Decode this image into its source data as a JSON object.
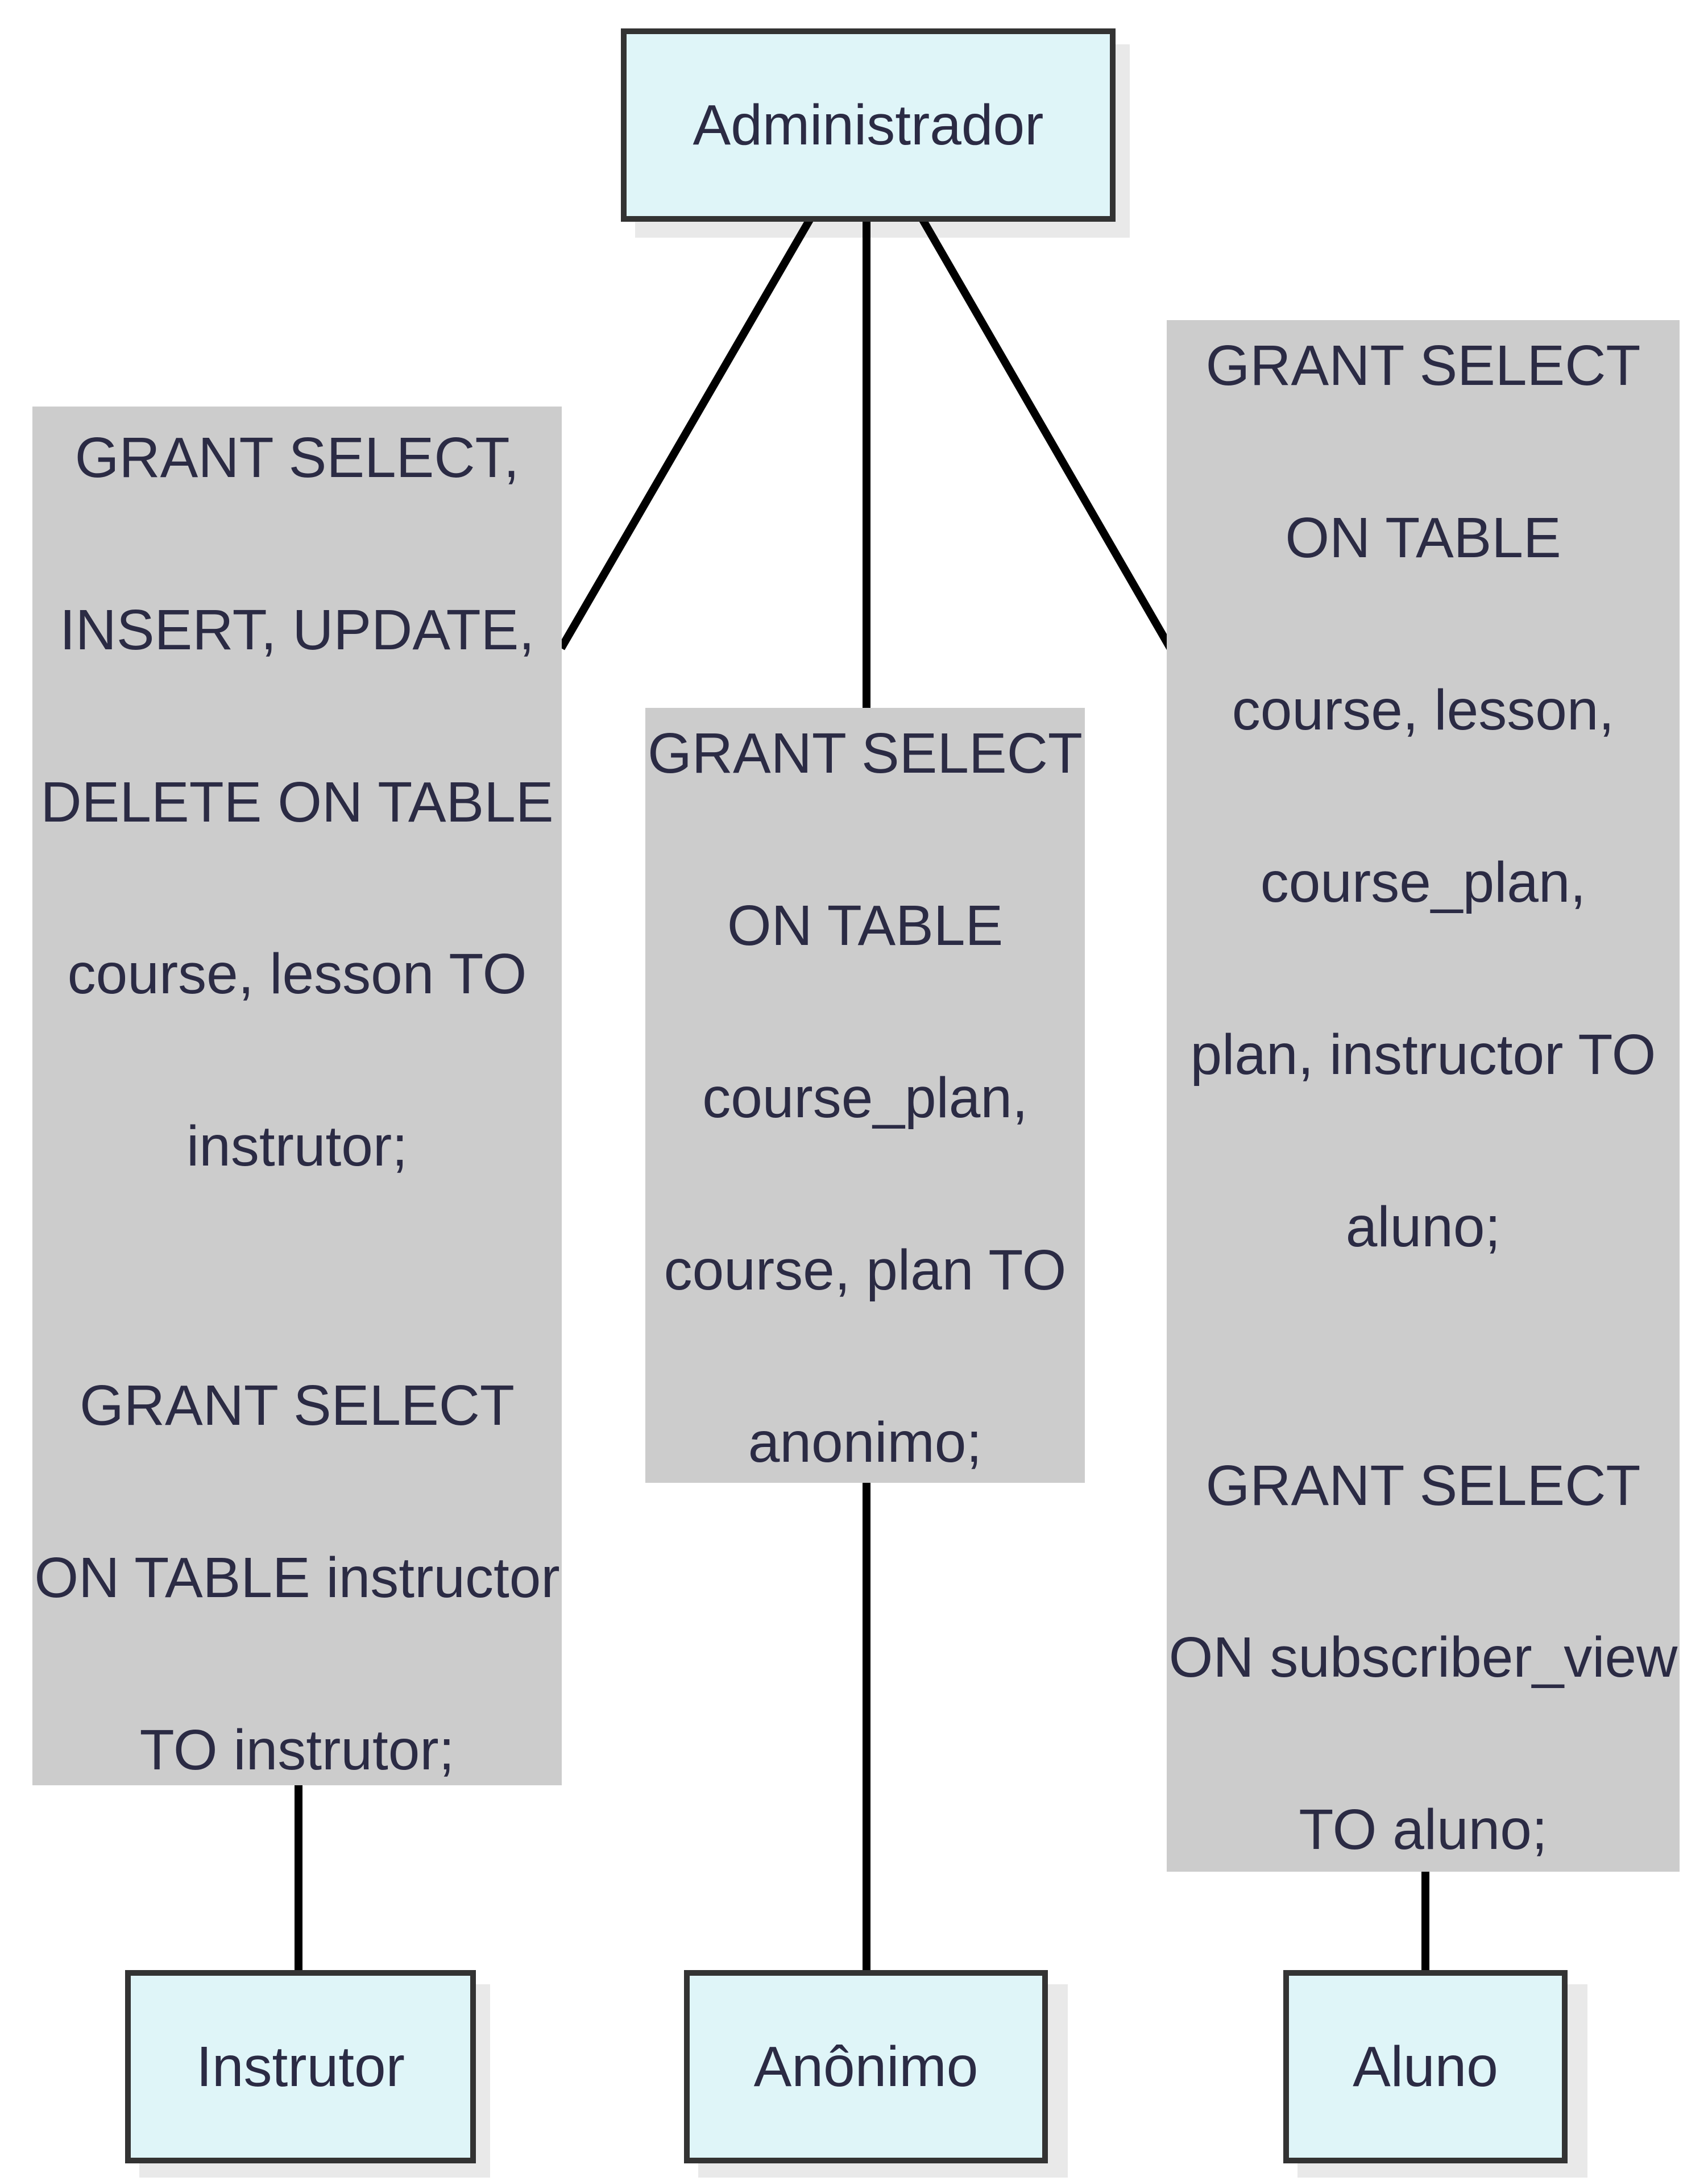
{
  "nodes": {
    "admin": "Administrador",
    "instrutor": "Instrutor",
    "anonimo": "Anônimo",
    "aluno": "Aluno"
  },
  "labels": {
    "instrutor": [
      "GRANT SELECT,",
      "INSERT, UPDATE,",
      "DELETE ON TABLE",
      "course, lesson TO",
      "instrutor;",
      "",
      "GRANT SELECT",
      "ON TABLE instructor",
      "TO instrutor;"
    ],
    "anonimo": [
      "GRANT SELECT",
      "ON TABLE",
      "course_plan,",
      "course, plan TO",
      "anonimo;"
    ],
    "aluno": [
      "GRANT SELECT",
      "ON TABLE",
      "course, lesson,",
      "course_plan,",
      "plan, instructor TO",
      "aluno;",
      "",
      "GRANT SELECT",
      "ON subscriber_view",
      "TO aluno;"
    ]
  },
  "colors": {
    "node_fill": "#dff5f8",
    "node_border": "#333333",
    "label_fill": "#cccccc",
    "edge": "#000000",
    "text": "#2b2b44"
  }
}
